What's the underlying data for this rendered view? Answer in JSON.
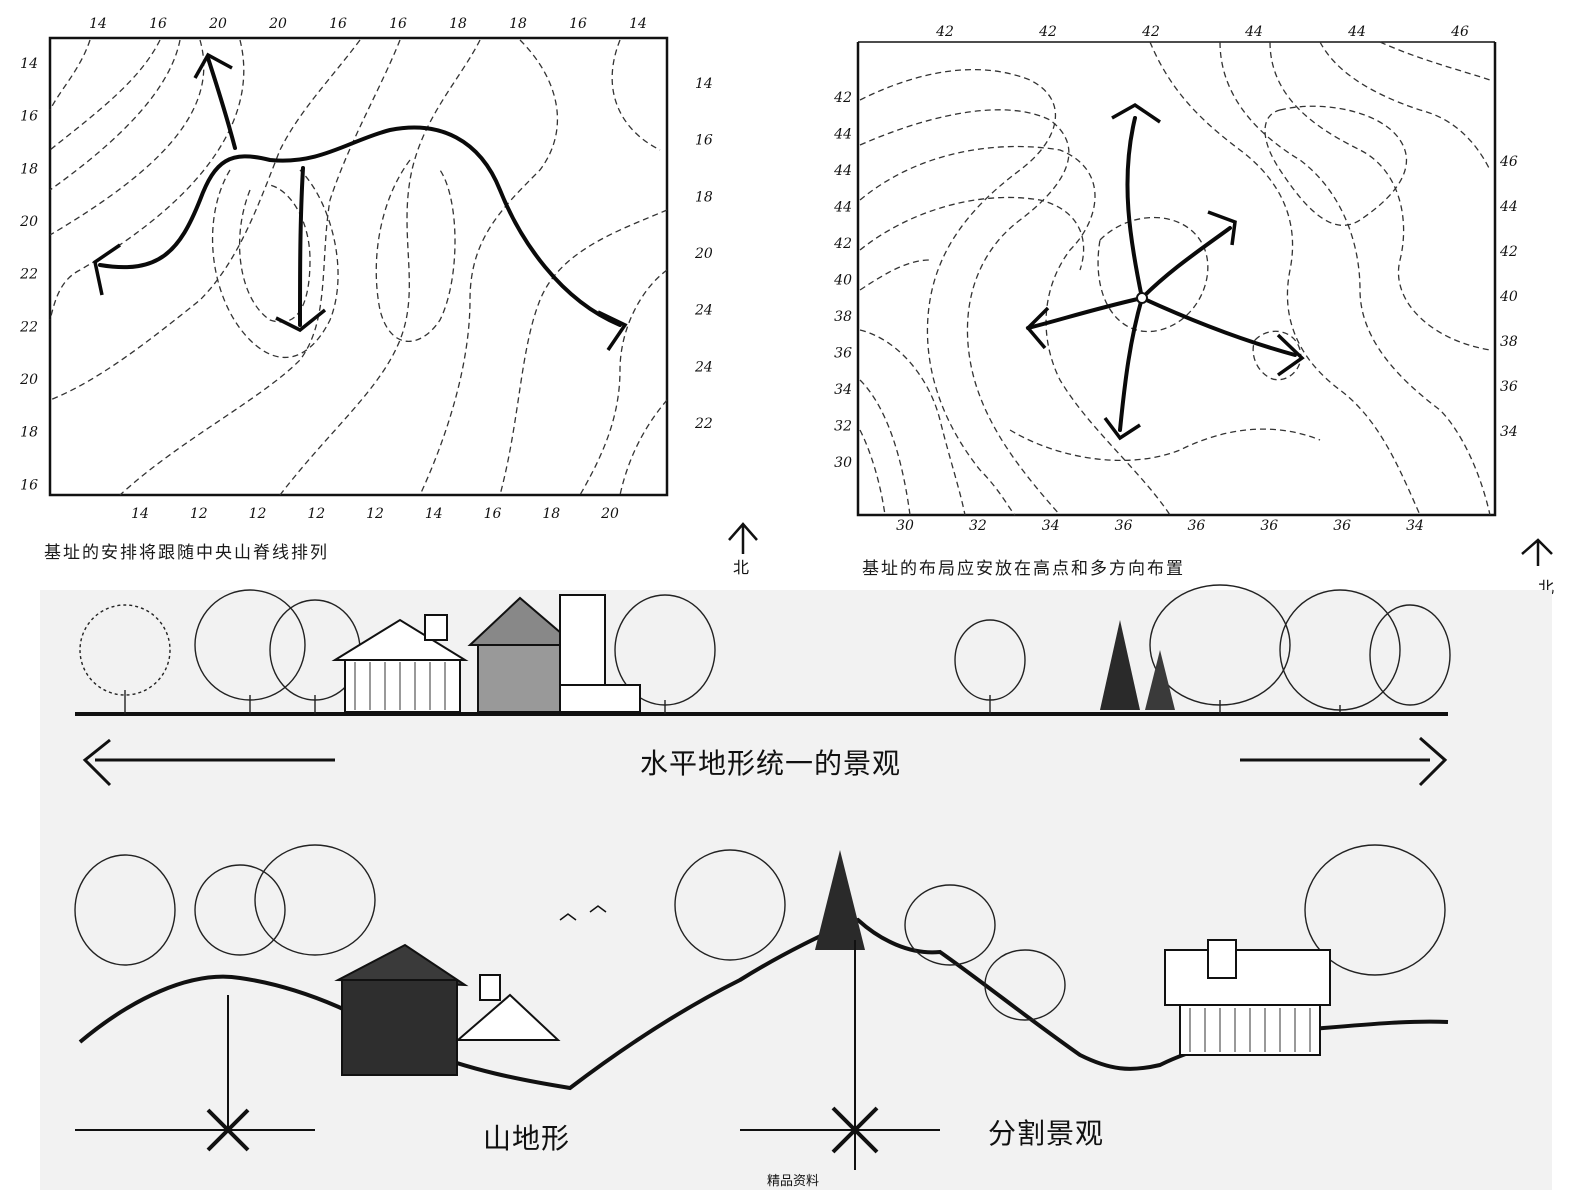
{
  "top_left_map": {
    "caption": "基址的安排将跟随中央山脊线排列",
    "north_label": "北",
    "left_ticks": [
      "14",
      "16",
      "18",
      "20",
      "22",
      "22",
      "20",
      "18",
      "16"
    ],
    "top_ticks": [
      "14",
      "16",
      "20",
      "20",
      "16",
      "16",
      "18",
      "18",
      "16",
      "14"
    ],
    "right_ticks": [
      "14",
      "16",
      "18",
      "20",
      "24",
      "24",
      "22"
    ],
    "bottom_ticks": [
      "14",
      "12",
      "12",
      "12",
      "12",
      "14",
      "16",
      "18",
      "20"
    ]
  },
  "top_right_map": {
    "caption": "基址的布局应安放在高点和多方向布置",
    "north_label": "北",
    "left_ticks": [
      "42",
      "44",
      "44",
      "44",
      "42",
      "40",
      "38",
      "36",
      "34",
      "32",
      "30"
    ],
    "top_ticks": [
      "42",
      "42",
      "42",
      "44",
      "44",
      "46"
    ],
    "right_ticks": [
      "46",
      "44",
      "42",
      "40",
      "38",
      "36",
      "34"
    ],
    "bottom_ticks": [
      "30",
      "32",
      "34",
      "36",
      "36",
      "36",
      "36",
      "34"
    ]
  },
  "flat_section": {
    "label": "水平地形统一的景观"
  },
  "hill_section": {
    "label_left": "山地形",
    "label_right": "分割景观"
  },
  "footer": {
    "text": "精品资料"
  }
}
